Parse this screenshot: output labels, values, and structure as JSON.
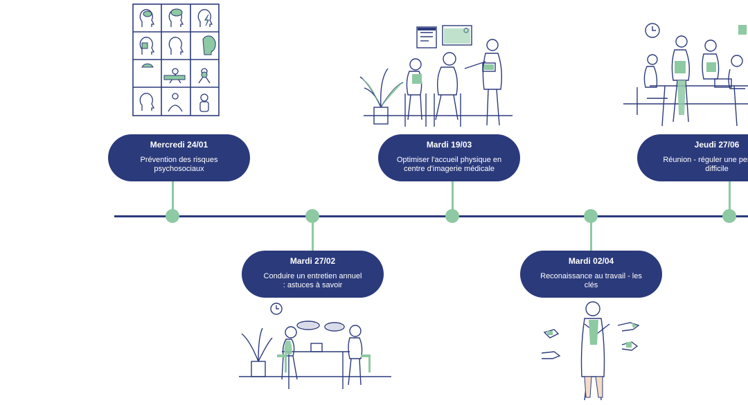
{
  "colors": {
    "navy": "#2b3a7b",
    "green": "#8dc9a2",
    "background": "#ffffff"
  },
  "events": [
    {
      "date": "Mercredi 24/01",
      "title": "Prévention des risques psychosociaux",
      "position": "above",
      "illustration": "mental-health-icon-grid"
    },
    {
      "date": "Mardi 27/02",
      "title": "Conduire un entretien annuel : astuces à savoir",
      "position": "below",
      "illustration": "interview-meeting"
    },
    {
      "date": "Mardi 19/03",
      "title": "Optimiser l'accueil physique en centre d'imagerie médicale",
      "position": "above",
      "illustration": "waiting-room-reception"
    },
    {
      "date": "Mardi 02/04",
      "title": "Reconaissance au travail - les clés",
      "position": "below",
      "illustration": "recognized-doctor"
    },
    {
      "date": "Jeudi 27/06",
      "title": "Réunion - réguler une personne difficile",
      "position": "above",
      "illustration": "team-meeting"
    }
  ]
}
